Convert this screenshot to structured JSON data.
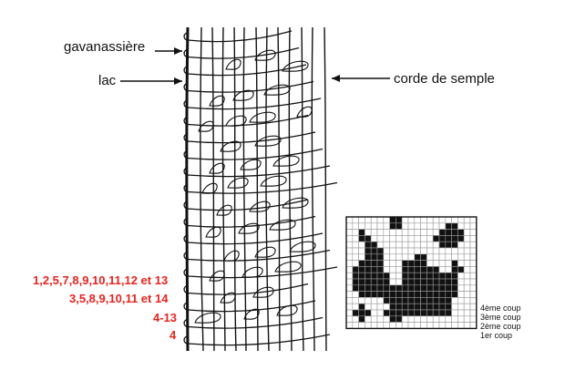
{
  "labels": {
    "gavanassiere": "gavanassière",
    "lac": "lac",
    "corde_de_semple": "corde de semple"
  },
  "lac_groups": [
    "1,2,5,7,8,9,10,11,12 et 13",
    "3,5,8,9,10,11 et 14",
    "4-13",
    "4"
  ],
  "coups": [
    "4ème coup",
    "3ème coup",
    "2ème coup",
    "1er coup"
  ],
  "colors": {
    "ink": "#111111",
    "red": "#e8231d",
    "grid": "#999999"
  },
  "pattern": [
    "000000011000000000000",
    "000000011000000011000",
    "001000000000000111100",
    "001100000000001111100",
    "000110000000000111000",
    "000111000000000000000",
    "000111000001100000000",
    "001111000111100001000",
    "011111000111111001100",
    "011111100111111111000",
    "011111100111111111000",
    "011111111111111111000",
    "001111111111111111000",
    "000000111111111110000",
    "001000011111111110000",
    "011100111111111110000",
    "001000011000000000000",
    "000000000000000000000"
  ]
}
